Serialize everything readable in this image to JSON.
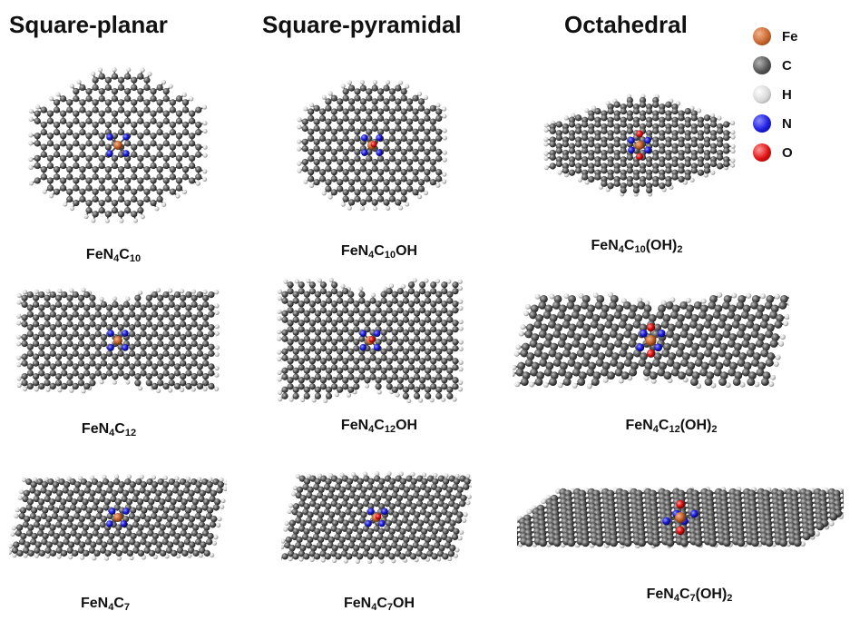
{
  "columns": [
    {
      "title": "Square-planar"
    },
    {
      "title": "Square-pyramidal"
    },
    {
      "title": "Octahedral"
    }
  ],
  "legend": [
    {
      "symbol": "Fe",
      "color": "#c8672f"
    },
    {
      "symbol": "C",
      "color": "#555555"
    },
    {
      "symbol": "H",
      "color": "#d8d8d8"
    },
    {
      "symbol": "N",
      "color": "#1d1de0"
    },
    {
      "symbol": "O",
      "color": "#e01010"
    }
  ],
  "structures": [
    {
      "base": "FeN",
      "s1": "4",
      "mid": "C",
      "s2": "10",
      "tail": "",
      "s3": ""
    },
    {
      "base": "FeN",
      "s1": "4",
      "mid": "C",
      "s2": "10",
      "tail": "OH",
      "s3": ""
    },
    {
      "base": "FeN",
      "s1": "4",
      "mid": "C",
      "s2": "10",
      "tail": "(OH)",
      "s3": "2"
    },
    {
      "base": "FeN",
      "s1": "4",
      "mid": "C",
      "s2": "12",
      "tail": "",
      "s3": ""
    },
    {
      "base": "FeN",
      "s1": "4",
      "mid": "C",
      "s2": "12",
      "tail": "OH",
      "s3": ""
    },
    {
      "base": "FeN",
      "s1": "4",
      "mid": "C",
      "s2": "12",
      "tail": "(OH)",
      "s3": "2"
    },
    {
      "base": "FeN",
      "s1": "4",
      "mid": "C",
      "s2": "7",
      "tail": "",
      "s3": ""
    },
    {
      "base": "FeN",
      "s1": "4",
      "mid": "C",
      "s2": "7",
      "tail": "OH",
      "s3": ""
    },
    {
      "base": "FeN",
      "s1": "4",
      "mid": "C",
      "s2": "7",
      "tail": "(OH)",
      "s3": "2"
    }
  ]
}
